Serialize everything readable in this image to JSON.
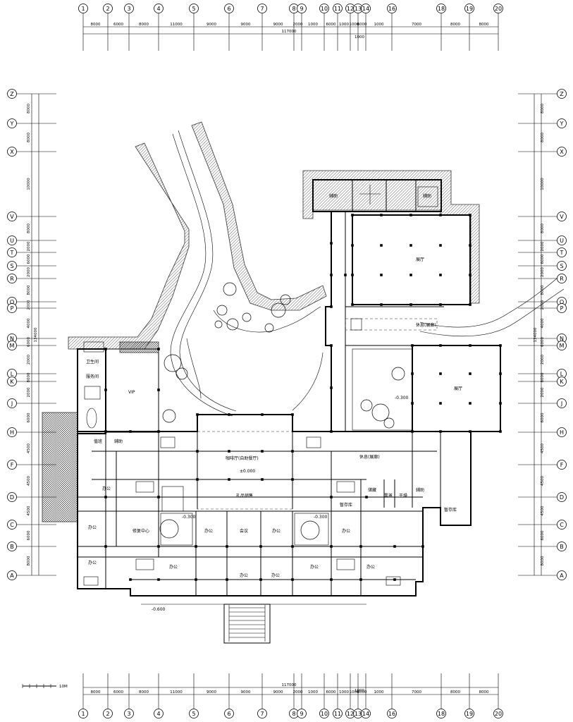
{
  "drawing": {
    "column_axes": [
      "1",
      "2",
      "3",
      "4",
      "5",
      "6",
      "7",
      "8",
      "9",
      "10",
      "11",
      "12",
      "13",
      "14",
      "16",
      "18",
      "19",
      "20"
    ],
    "column_dimensions": [
      "8000",
      "6000",
      "8000",
      "11000",
      "9000",
      "9000",
      "9000",
      "2000",
      "1000",
      "6000",
      "1000",
      "1000",
      "6000",
      "1000",
      "7000",
      "8000",
      "8000"
    ],
    "column_total": "117000",
    "column_sub": "1000",
    "row_axes": [
      "Z",
      "Y",
      "X",
      "V",
      "U",
      "T",
      "S",
      "R",
      "Q",
      "P",
      "N",
      "M",
      "L",
      "K",
      "J",
      "H",
      "F",
      "D",
      "C",
      "B",
      "A"
    ],
    "row_dimensions": [
      "8000",
      "8000",
      "10000",
      "8000",
      "2000",
      "6000",
      "2000",
      "8000",
      "2000",
      "4000",
      "6000",
      "2000",
      "8000",
      "2000",
      "6000",
      "4500",
      "4500",
      "4500",
      "6000",
      "8000"
    ],
    "row_total": "134000"
  },
  "rooms": {
    "auxiliary_top": "辅助",
    "auxiliary_right": "辅助",
    "hall_upper": "展厅",
    "rest_upper": "休息(展廊)",
    "hall_lower": "展厅",
    "rest_lower": "休息(展廊)",
    "toilet": "卫生间",
    "service": "服务间",
    "vip": "VIP",
    "duty": "值班",
    "auxiliary_left": "辅助",
    "cafe": "咖啡厅(自助餐厅)",
    "elev_main": "±0.000",
    "gift_shop": "礼品销售",
    "office_w1": "办公",
    "office_w2": "办公",
    "office_w3": "办公",
    "restoration": "修复中心",
    "office_s1": "办公",
    "meeting": "会议",
    "office_s2": "办公",
    "office_s3": "办公",
    "office_s4": "办公",
    "office_s5": "办公",
    "office_s6": "办公",
    "office_s7": "办公",
    "office_s8": "办公",
    "temp_storage_mid": "暂存库",
    "temp_storage_right": "暂存库",
    "storeroom": "储藏",
    "fumigation": "熏蒸",
    "dry": "干燥",
    "auxiliary_sm": "辅助",
    "elev_court_left": "-0.300",
    "elev_court_right": "-0.300",
    "elev_court_up": "-0.300",
    "elev_entry": "-0.600"
  },
  "scale_bar": "10M"
}
